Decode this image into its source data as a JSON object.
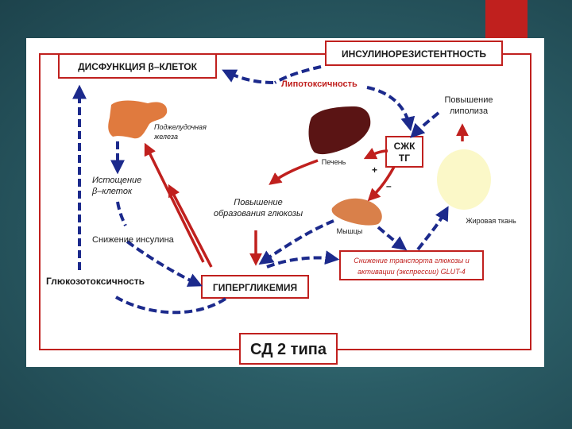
{
  "nodes": {
    "beta_dysfunction": "ДИСФУНКЦИЯ β–КЛЕТОК",
    "insulin_resistance": "ИНСУЛИНОРЕЗИСТЕНТНОСТЬ",
    "lipotoxicity": "Липотоксичность",
    "lipolysis_line1": "Повышение",
    "lipolysis_line2": "липолиза",
    "pancreas_line1": "Поджелудочная",
    "pancreas_line2": "железа",
    "exhaustion_line1": "Истощение",
    "exhaustion_line2": "β–клеток",
    "insulin_decrease": "Снижение инсулина",
    "glucose_prod_line1": "Повышение",
    "glucose_prod_line2": "образования глюкозы",
    "liver": "Печень",
    "ffa_line1": "СЖК",
    "ffa_line2": "ТГ",
    "plus": "+",
    "minus": "–",
    "muscles": "Мышцы",
    "adipose": "Жировая ткань",
    "transport_line1": "Снижение транспорта глюкозы и",
    "transport_line2": "активации (экспрессии) GLUT-4",
    "glucotoxicity": "Глюкозотоксичность",
    "hyperglycemia": "ГИПЕРГЛИКЕМИЯ",
    "t2dm": "СД 2 типа"
  },
  "colors": {
    "red": "#c0201e",
    "blue": "#1c2a8c",
    "pancreas": "#e07a3e",
    "liver": "#5a1414",
    "muscle": "#d9804a",
    "fat": "#fbf8c8",
    "accent": "#c0201e"
  }
}
